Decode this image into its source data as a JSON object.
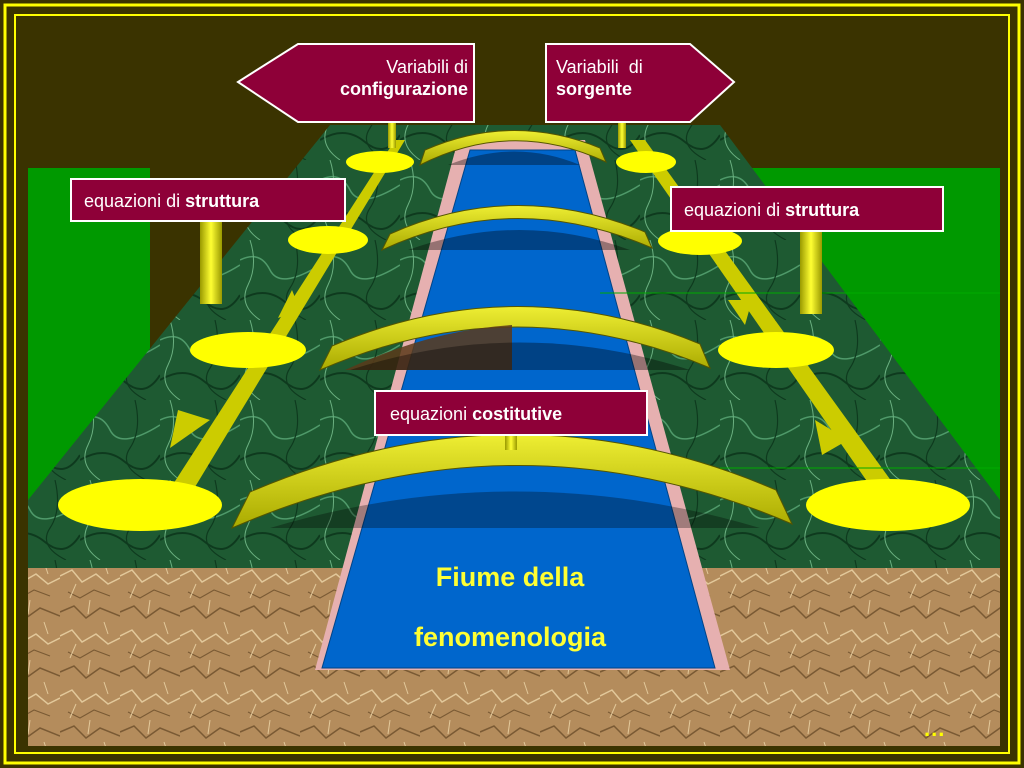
{
  "labels": {
    "config": {
      "line1": "Variabili di",
      "line2": "configurazione"
    },
    "source": {
      "line1": "Variabili  di",
      "line2": "sorgente"
    },
    "struct_left": {
      "prefix": "equazioni di ",
      "bold": "struttura"
    },
    "struct_right": {
      "prefix": "equazioni di ",
      "bold": "struttura"
    },
    "constitutive": {
      "prefix": "equazioni ",
      "bold": "costitutive"
    }
  },
  "river": {
    "line1": "Fiume della",
    "line2": "fenomenologia"
  },
  "footer": {
    "ellipsis": "..."
  },
  "colors": {
    "background": "#3a3300",
    "border": "#ffff00",
    "grass": "#009900",
    "marble": "#1e5a32",
    "river": "#0066cc",
    "bank": "#e6b0b0",
    "label_fill": "#8e0038",
    "bridge": "#cccc00",
    "node": "#ffff00",
    "soil": "#b48c5c"
  }
}
